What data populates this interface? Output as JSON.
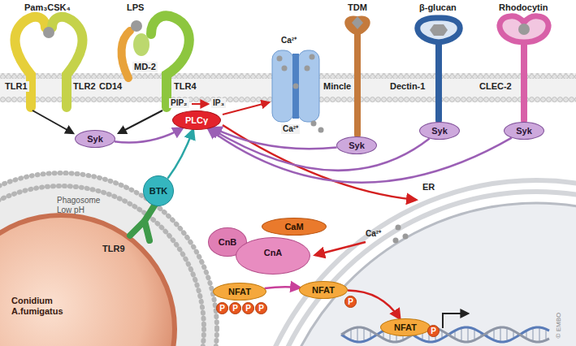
{
  "diagram": {
    "nodes": [
      {
        "text": [
          "Syk"
        ]
      },
      {
        "text": [
          "PLCγ"
        ]
      },
      {
        "text": [
          "Syk"
        ]
      },
      {
        "text": [
          "Syk"
        ]
      },
      {
        "text": [
          "Syk"
        ]
      },
      {
        "text": [
          "BTK"
        ]
      },
      {
        "text": [
          "CnB"
        ]
      },
      {
        "text": [
          "CaM"
        ]
      },
      {
        "text": [
          "CnA"
        ]
      },
      {
        "text": [
          "NFAT"
        ]
      },
      {
        "text": [
          "P"
        ]
      },
      {
        "text": [
          "P"
        ]
      },
      {
        "text": [
          "P"
        ]
      },
      {
        "text": [
          "P"
        ]
      },
      {
        "text": [
          "NFAT"
        ]
      },
      {
        "text": [
          "P"
        ]
      },
      {
        "text": [
          "NFAT"
        ]
      },
      {
        "text": [
          "P"
        ]
      }
    ],
    "edges": [
      {
        "from": 0,
        "to": 1,
        "arrow": "to"
      },
      {
        "from": 2,
        "to": 1,
        "arrow": "to"
      },
      {
        "from": 3,
        "to": 1,
        "arrow": "to"
      },
      {
        "from": 4,
        "to": 1,
        "arrow": "to"
      },
      {
        "from": 5,
        "to": 1,
        "arrow": "to"
      },
      {
        "from": 9,
        "to": 14,
        "arrow": "to"
      },
      {
        "from": 14,
        "to": 16,
        "arrow": "to"
      }
    ],
    "labels": [
      "Pam₃CSK₄",
      "LPS",
      "TLR1",
      "TLR2",
      "CD14",
      "MD-2",
      "TLR4",
      "PIP₂",
      "IP₃",
      "Ca²⁺",
      "Ca²⁺",
      "TDM",
      "β-glucan",
      "Rhodocytin",
      "Mincle",
      "Dectin-1",
      "CLEC-2",
      "Phagosome Low pH",
      "TLR9",
      "Conidium A.fumigatus",
      "ER",
      "Ca²⁺",
      "© EMBO"
    ]
  }
}
